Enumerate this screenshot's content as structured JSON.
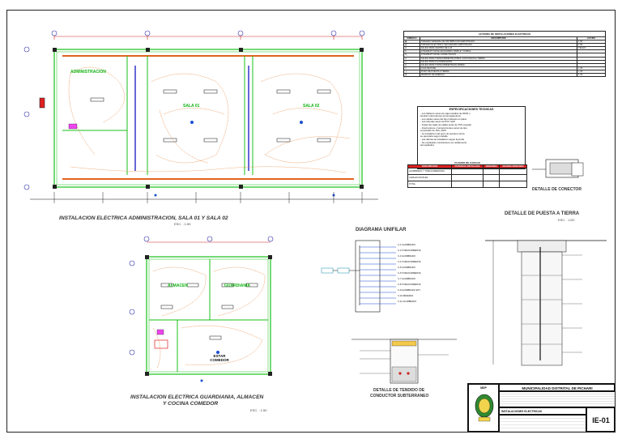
{
  "plans": {
    "admin": {
      "title": "INSTALACION ELECTRICA  ADMINISTRACION, SALA 01 Y SALA 02",
      "scale": "ESC. : 1:50",
      "rooms": [
        "ADMINISTRACION",
        "SALA 01",
        "SALA 02"
      ]
    },
    "guardiania": {
      "title_line1": "INSTALACION ELECTRICA GUARDIANIA, ALMACEN",
      "title_line2": "Y COCINA COMEDOR",
      "scale": "ESC. : 1:50",
      "rooms": [
        "ALMACEN",
        "GUARDIANIA",
        "ESTAR\nCOMEDOR"
      ]
    }
  },
  "legend": {
    "title": "LEYENDA DE INSTALACIONES ELECTRICAS",
    "headers": [
      "SIMBOLO",
      "DESCRIPCION",
      "ALTURA"
    ],
    "rows": [
      [
        "",
        "TABLERO GENERAL DE DISTRIBUCION EMPOTRADO",
        "1.80"
      ],
      [
        "",
        "TABLERO ELECTRICO SECUNDARIO EMPOTRADO",
        "1.80"
      ],
      [
        "",
        "SALIDA PARA CENTRO DE LUZ",
        "TECHO"
      ],
      [
        "",
        "INTERRUPTOR DE ENCENDIDO SIMPLE Y DOBLE",
        ""
      ],
      [
        "",
        "INTERRUPTOR DE CONMUTACION",
        ""
      ],
      [
        "",
        "SALIDA PARA TOMACORRIENTE DOBLE CON PUESTA A TIERRA",
        ""
      ],
      [
        "",
        "SALIDA PARA FLUORESCENTE",
        ""
      ],
      [
        "",
        "SALIDA PARA TOMACORRIENTE EN PARED",
        ""
      ],
      [
        "",
        "CAJA DE PASE",
        "1.30"
      ],
      [
        "",
        "POZO DE PUESTA A TIERRA",
        "1.30"
      ],
      [
        "",
        "MEDIDOR DE ENERGIA",
        "1.30"
      ]
    ]
  },
  "specs": {
    "title": "ESPECIFICACIONES TECNICAS",
    "lines": [
      "- Los tableros seran de caja metalica de 20/20 y",
      "  tendran interruptores termomagneticos",
      "- Los cables seran del tipo indicado en plano",
      "- Las tuberias seran de PVC SAP",
      "- Todas las cajas de salida seran de PVC pesado",
      "- Interruptores y tomacorrientes seran de tipo",
      "  empotrado de 10A, 220V",
      "- La instalacion del pozo de puesta a tierra",
      "  se ejecutara segun detalle",
      "- Las alturas de instalacion segun leyenda",
      "- Se emplearan conductores con aislamiento",
      "  termoplastico"
    ]
  },
  "cargas": {
    "title": "CUADRO DE CARGAS",
    "headers": [
      "DESCRIPCION",
      "POTENCIA INSTALADA",
      "DEMANDA",
      "MAXIMA DEMANDA"
    ],
    "rows": [
      [
        "ALUMBRADO Y TOMACORRIENTES",
        "",
        "",
        ""
      ],
      [
        "CARGAS MOVILES",
        "",
        "",
        ""
      ],
      [
        "TOTAL",
        "",
        "",
        ""
      ]
    ]
  },
  "details": {
    "conector": "DETALLE DE CONECTOR",
    "puesta": "DETALLE DE PUESTA A TIERRA",
    "puesta_scale": "ESC. : 1/20",
    "unifilar": "DIAGRAMA UNIFILAR",
    "tendido_line1": "DETALLE DE TENDIDO DE",
    "tendido_line2": "CONDUCTOR SUBTERRANEO"
  },
  "unifilar_circuits": [
    "C-1 ALUMBRADO",
    "C-2 TOMACORRIENTE",
    "C-3 ALUMBRADO",
    "C-4 TOMACORRIENTE",
    "C-5 ALUMBRADO",
    "C-6 TOMACORRIENTE",
    "C-7 ALUMBRADO",
    "C-8 TOMACORRIENTE",
    "C-9 ALUMBRADO EXT.",
    "C-10 RESERVA",
    "C-11 ALUMBRADO"
  ],
  "titleblock": {
    "entity": "MUNICIPALIDAD DISTRITAL DE PICHARI",
    "sheet_name": "INSTALACIONES ELECTRICAS",
    "sheet_code": "IE-01",
    "logo_label": "MDP"
  }
}
